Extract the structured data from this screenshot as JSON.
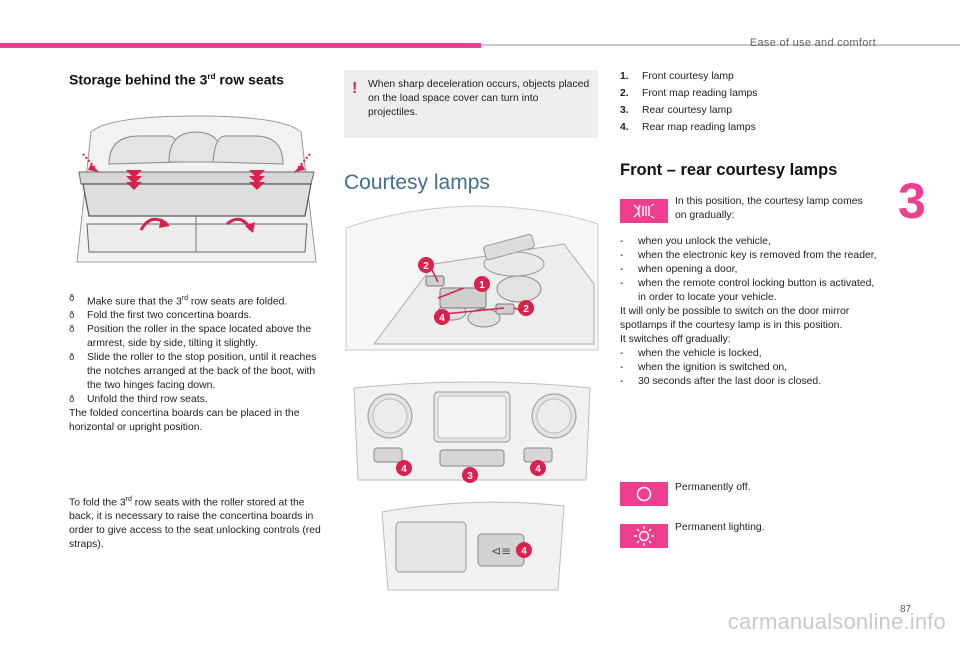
{
  "header": {
    "section_title": "Ease of use and comfort",
    "chapter": "3",
    "page_number": "87"
  },
  "storage": {
    "title_pre": "Storage behind the 3",
    "title_sup": "rd",
    "title_post": " row seats",
    "steps": [
      {
        "pre": "Make sure that the 3",
        "sup": "rd",
        "post": " row seats are folded."
      },
      {
        "pre": "Fold the first two concertina boards.",
        "sup": "",
        "post": ""
      },
      {
        "pre": "Position the roller in the space located above the armrest, side by side, tilting it slightly.",
        "sup": "",
        "post": ""
      },
      {
        "pre": "Slide the roller to the stop position, until it reaches the notches arranged at the back of the boot, with the two hinges facing down.",
        "sup": "",
        "post": ""
      },
      {
        "pre": "Unfold the third row seats.",
        "sup": "",
        "post": ""
      }
    ],
    "note1": "The folded concertina boards can be placed in the horizontal or upright position.",
    "note2_pre": "To fold the 3",
    "note2_sup": "rd",
    "note2_post": " row seats with the roller stored at the back, it is necessary to raise the concertina boards in order to give access to the seat unlocking controls (red straps)."
  },
  "warning": {
    "text": "When sharp deceleration occurs, objects placed on the load space cover can turn into projectiles."
  },
  "courtesy": {
    "section_title": "Courtesy lamps",
    "callouts": [
      "1",
      "2",
      "2",
      "4",
      "4",
      "4",
      "3",
      "4"
    ],
    "legend": [
      {
        "num": "1.",
        "label": "Front courtesy lamp"
      },
      {
        "num": "2.",
        "label": "Front map reading lamps"
      },
      {
        "num": "3.",
        "label": "Rear courtesy lamp"
      },
      {
        "num": "4.",
        "label": "Rear map reading lamps"
      }
    ],
    "front_rear_title": "Front – rear courtesy lamps",
    "position_text": "In this position, the courtesy lamp comes on gradually:",
    "on_conditions": [
      "when you unlock the vehicle,",
      "when the electronic key is removed from the reader,",
      "when opening a door,",
      "when the remote control locking button is activated, in order to locate your vehicle."
    ],
    "spotlamp_note": "It will only be possible to switch on the door mirror spotlamps if the courtesy lamp is in this position.",
    "switch_off_intro": "It switches off gradually:",
    "off_conditions": [
      "when the vehicle is locked,",
      "when the ignition is switched on,",
      "30 seconds after the last door is closed."
    ],
    "permanently_off": "Permanently off.",
    "permanent_lighting": "Permanent lighting."
  },
  "watermark": "carmanualsonline.info",
  "colors": {
    "accent_pink": "#ee3e8e",
    "heading_blue": "#3f6f95",
    "warning_red": "#e0224f",
    "callout_red": "#d9214e"
  },
  "icons": [
    "warning-exclamation-icon",
    "door-courtesy-lamp-icon",
    "lamp-off-icon",
    "lamp-on-icon"
  ]
}
